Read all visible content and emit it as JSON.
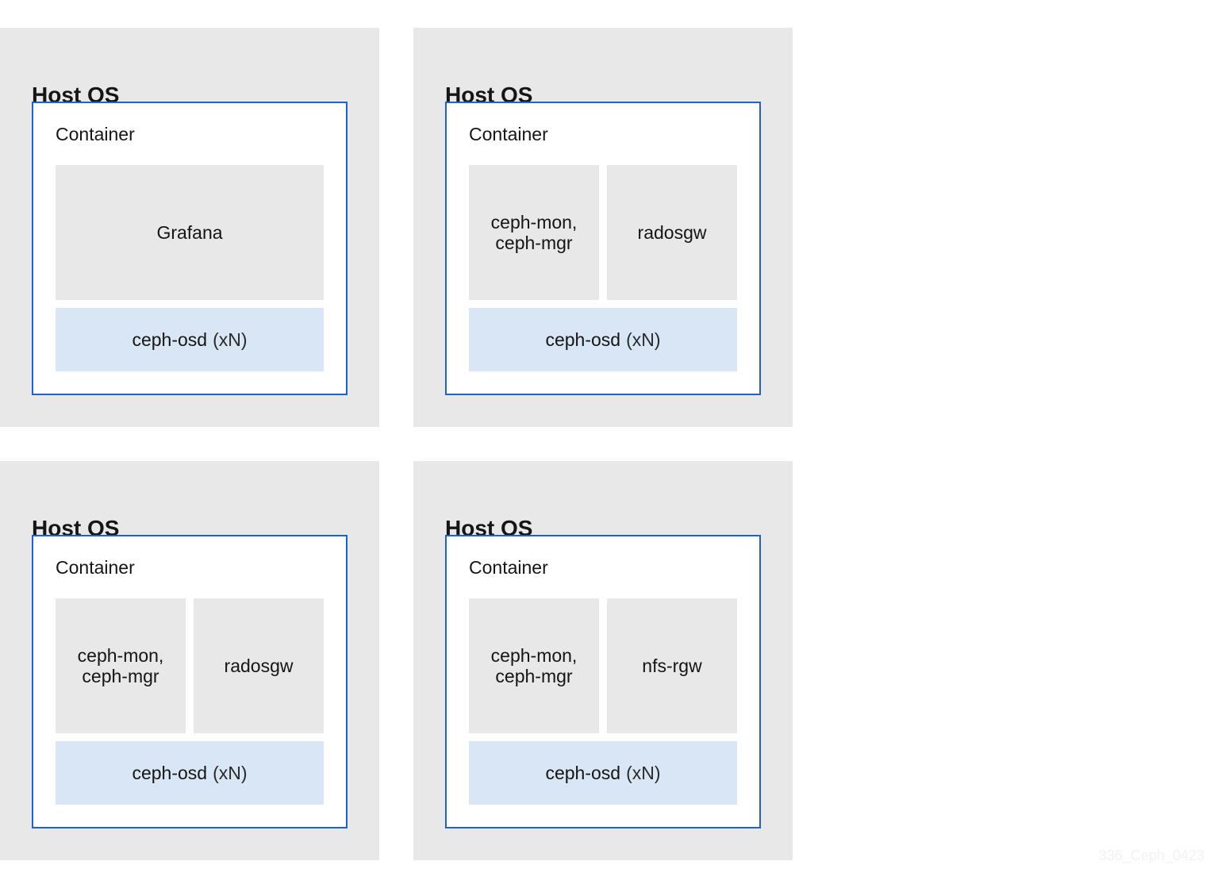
{
  "hosts": [
    {
      "title": "Host OS",
      "container": {
        "title": "Container",
        "services": [
          "Grafana"
        ],
        "osd": {
          "name": "ceph-osd",
          "count": "(xN)"
        }
      }
    },
    {
      "title": "Host OS",
      "container": {
        "title": "Container",
        "services": [
          "ceph-mon,\nceph-mgr",
          "radosgw"
        ],
        "osd": {
          "name": "ceph-osd",
          "count": "(xN)"
        }
      }
    },
    {
      "title": "Host OS",
      "container": {
        "title": "Container",
        "services": [
          "ceph-mon,\nceph-mgr",
          "radosgw"
        ],
        "osd": {
          "name": "ceph-osd",
          "count": "(xN)"
        }
      }
    },
    {
      "title": "Host OS",
      "container": {
        "title": "Container",
        "services": [
          "ceph-mon,\nceph-mgr",
          "nfs-rgw"
        ],
        "osd": {
          "name": "ceph-osd",
          "count": "(xN)"
        }
      }
    }
  ],
  "watermark": "336_Ceph_0423",
  "colors": {
    "host_bg": "#e8e8e8",
    "container_border": "#1d63c7",
    "osd_bg": "#d9e6f5"
  }
}
